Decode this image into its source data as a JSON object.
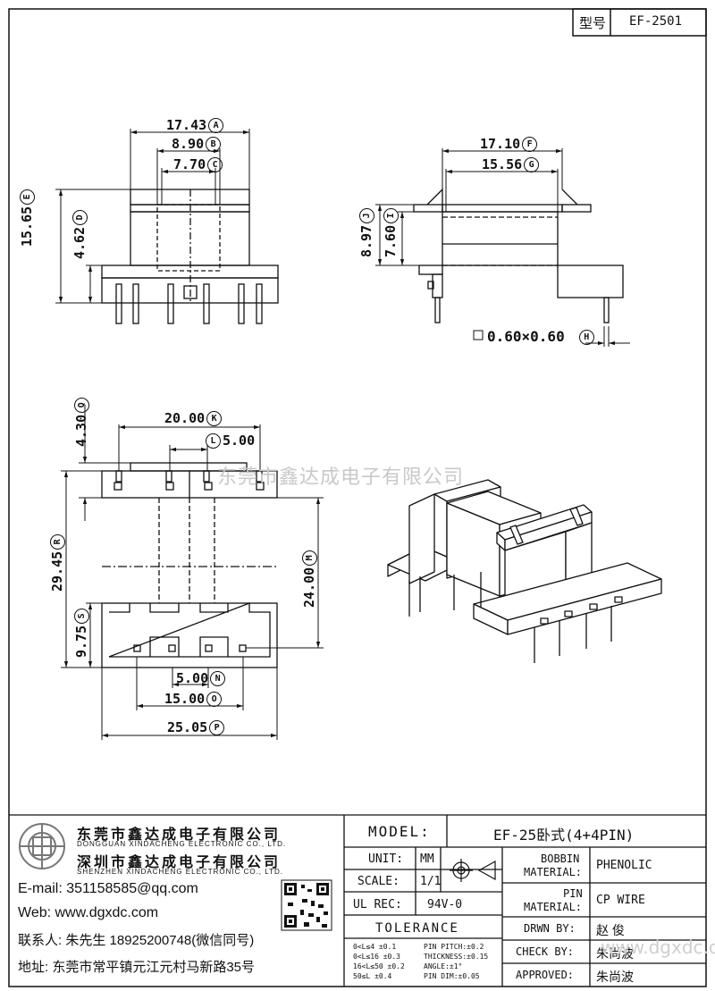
{
  "header": {
    "model_label": "型号",
    "model_value": "EF-2501"
  },
  "dimensions": {
    "A": "17.43",
    "B": "8.90",
    "C": "7.70",
    "D": "4.62",
    "E": "15.65",
    "F": "17.10",
    "G": "15.56",
    "H": "0.60×0.60",
    "I": "7.60",
    "J": "8.97",
    "K": "20.00",
    "L": "5.00",
    "M": "24.00",
    "N": "5.00",
    "O": "15.00",
    "P": "25.05",
    "Q": "4.30",
    "R": "29.45",
    "S": "9.75"
  },
  "markers": {
    "A": "A",
    "B": "B",
    "C": "C",
    "D": "D",
    "E": "E",
    "F": "F",
    "G": "G",
    "H": "H",
    "I": "I",
    "J": "J",
    "K": "K",
    "L": "L",
    "M": "M",
    "N": "N",
    "O": "O",
    "P": "P",
    "Q": "Q",
    "R": "R",
    "S": "S"
  },
  "watermark": "东莞市鑫达成电子有限公司",
  "watermark2": "www.dgxdc.com",
  "company": {
    "name_cn_1": "东莞市鑫达成电子有限公司",
    "name_en_1": "DONGGUAN XINDACHENG ELECTRONIC CO., LTD.",
    "name_cn_2": "深圳市鑫达成电子有限公司",
    "name_en_2": "SHENZHEN XINDACHENG ELECTRONIC CO., LTD.",
    "email": "E-mail: 351158585@qq.com",
    "web": "Web: www.dgxdc.com",
    "contact": "联系人: 朱先生 18925200748(微信同号)",
    "address": "地址: 东莞市常平镇元江元村马新路35号"
  },
  "title_block": {
    "model_label": "MODEL:",
    "model_value": "EF-25卧式(4+4PIN)",
    "unit_label": "UNIT:",
    "unit_value": "MM",
    "scale_label": "SCALE:",
    "scale_value": "1/1",
    "ulrec_label": "UL REC:",
    "ulrec_value": "94V-0",
    "tolerance_label": "TOLERANCE",
    "tol_rows": [
      "0<L≤4      ±0.1",
      "0<L≤16     ±0.3",
      "16<L≤50    ±0.2",
      "50≤L       ±0.4"
    ],
    "tol_rows_right": [
      "PIN PITCH:±0.2",
      "THICKNESS:±0.15",
      "ANGLE:±1°",
      "PIN DIM:±0.05"
    ],
    "bobbin_label_1": "BOBBIN",
    "bobbin_label_2": "MATERIAL:",
    "bobbin_value": "PHENOLIC",
    "pin_label_1": "PIN",
    "pin_label_2": "MATERIAL:",
    "pin_value": "CP WIRE",
    "drawn_label": "DRWN BY:",
    "drawn_value": "赵 俊",
    "check_label": "CHECK BY:",
    "check_value": "朱尚波",
    "approved_label": "APPROVED:",
    "approved_value": "朱尚波"
  }
}
